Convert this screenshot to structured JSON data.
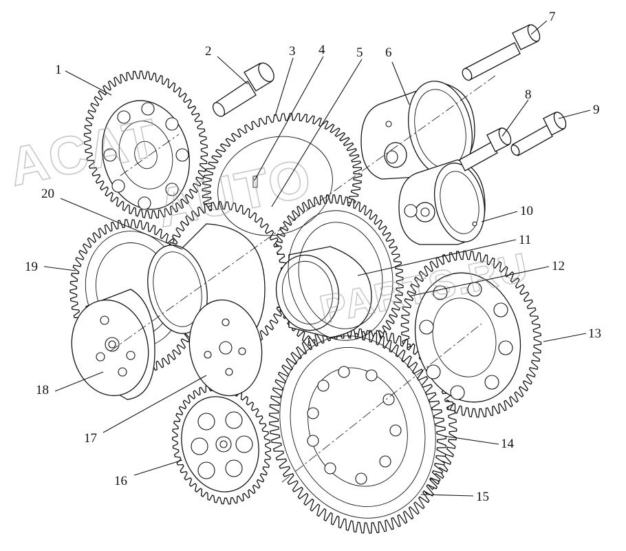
{
  "watermark": {
    "line1": "ACAT",
    "line2": "AUTO",
    "line3": "PARTS.RU"
  },
  "callouts": [
    {
      "id": "1",
      "label": "1"
    },
    {
      "id": "2",
      "label": "2"
    },
    {
      "id": "3",
      "label": "3"
    },
    {
      "id": "4",
      "label": "4"
    },
    {
      "id": "5",
      "label": "5"
    },
    {
      "id": "6",
      "label": "6"
    },
    {
      "id": "7",
      "label": "7"
    },
    {
      "id": "8",
      "label": "8"
    },
    {
      "id": "9",
      "label": "9"
    },
    {
      "id": "10",
      "label": "10"
    },
    {
      "id": "11",
      "label": "11"
    },
    {
      "id": "12",
      "label": "12"
    },
    {
      "id": "13",
      "label": "13"
    },
    {
      "id": "14",
      "label": "14"
    },
    {
      "id": "15",
      "label": "15"
    },
    {
      "id": "16",
      "label": "16"
    },
    {
      "id": "17",
      "label": "17"
    },
    {
      "id": "18",
      "label": "18"
    },
    {
      "id": "19",
      "label": "19"
    },
    {
      "id": "20",
      "label": "20"
    }
  ]
}
